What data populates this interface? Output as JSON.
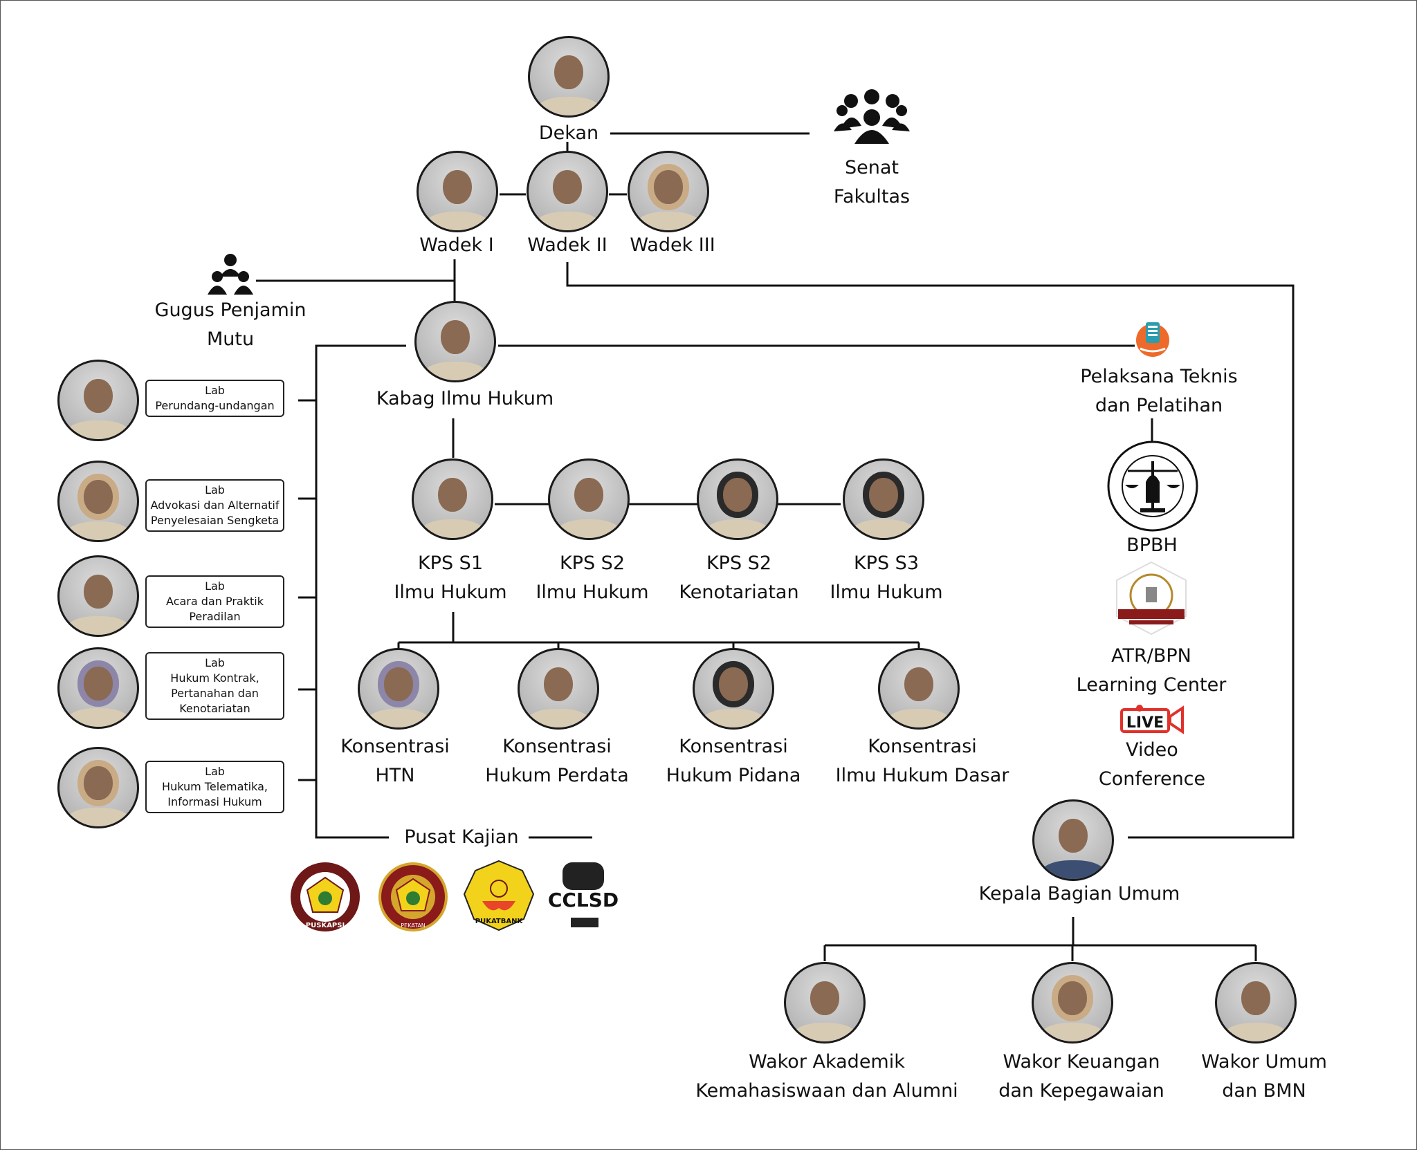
{
  "top": {
    "dekan": "Dekan",
    "senat": [
      "Senat",
      "Fakultas"
    ],
    "wadek": [
      "Wadek I",
      "Wadek II",
      "Wadek III"
    ],
    "gugus": [
      "Gugus Penjamin",
      "Mutu"
    ],
    "kabag": "Kabag Ilmu Hukum"
  },
  "labs": [
    {
      "title": "Lab",
      "lines": [
        "Perundang-undangan"
      ]
    },
    {
      "title": "Lab",
      "lines": [
        "Advokasi dan Alternatif",
        "Penyelesaian Sengketa"
      ]
    },
    {
      "title": "Lab",
      "lines": [
        "Acara dan Praktik",
        "Peradilan"
      ]
    },
    {
      "title": "Lab",
      "lines": [
        "Hukum Kontrak,",
        "Pertanahan dan",
        "Kenotariatan"
      ]
    },
    {
      "title": "Lab",
      "lines": [
        "Hukum Telematika,",
        "Informasi Hukum"
      ]
    }
  ],
  "kps": [
    [
      "KPS S1",
      "Ilmu Hukum"
    ],
    [
      "KPS S2",
      "Ilmu Hukum"
    ],
    [
      "KPS S2",
      "Kenotariatan"
    ],
    [
      "KPS S3",
      "Ilmu Hukum"
    ]
  ],
  "konsentrasi": [
    [
      "Konsentrasi",
      "HTN"
    ],
    [
      "Konsentrasi",
      "Hukum Perdata"
    ],
    [
      "Konsentrasi",
      "Hukum Pidana"
    ],
    [
      "Konsentrasi",
      "Ilmu Hukum Dasar"
    ]
  ],
  "pusat_kajian": {
    "label": "Pusat Kajian",
    "logos": [
      "PUSKAPSI",
      "PEKATAN",
      "PUKATBANK",
      "CCLSD"
    ]
  },
  "right": {
    "pelaksana": [
      "Pelaksana Teknis",
      "dan Pelatihan"
    ],
    "bpbh": "BPBH",
    "atr": [
      "ATR/BPN",
      "Learning Center"
    ],
    "live_badge": "LIVE",
    "video": [
      "Video",
      "Conference"
    ],
    "kabag_umum": "Kepala Bagian Umum"
  },
  "wakor": [
    [
      "Wakor Akademik",
      "Kemahasiswaan dan Alumni"
    ],
    [
      "Wakor Keuangan",
      "dan Kepegawaian"
    ],
    [
      "Wakor Umum",
      "dan BMN"
    ]
  ],
  "colors": {
    "line": "#111111",
    "logo_red": "#7a1a1a",
    "logo_yellow": "#f2d21b",
    "live_red": "#e0312b"
  }
}
